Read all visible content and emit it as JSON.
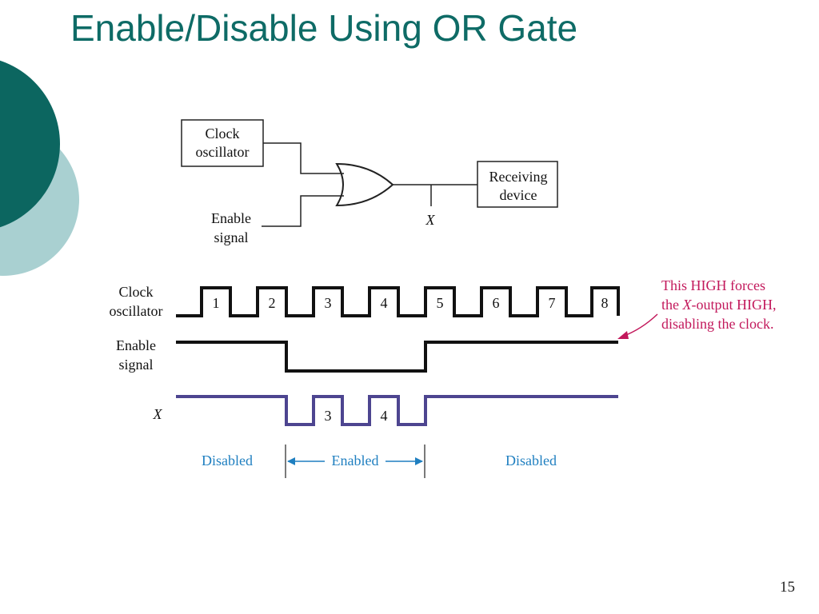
{
  "slide": {
    "title": "Enable/Disable Using OR Gate",
    "page_number": "15"
  },
  "circuit": {
    "clock_box": [
      "Clock",
      "oscillator"
    ],
    "enable_label": [
      "Enable",
      "signal"
    ],
    "receiving_box": [
      "Receiving",
      "device"
    ],
    "x_label": "X"
  },
  "timing": {
    "clock_label": [
      "Clock",
      "oscillator"
    ],
    "enable_label": [
      "Enable",
      "signal"
    ],
    "x_label": "X",
    "clock_pulses": [
      "1",
      "2",
      "3",
      "4",
      "5",
      "6",
      "7",
      "8"
    ],
    "x_pulses": [
      "3",
      "4"
    ],
    "regions": {
      "left": "Disabled",
      "middle": "Enabled",
      "right": "Disabled"
    }
  },
  "annotation": {
    "line1": "This HIGH forces",
    "line2_pre": "the ",
    "line2_x": "X",
    "line2_post": "-output HIGH,",
    "line3": "disabling the clock."
  },
  "colors": {
    "title": "#0e6b66",
    "deco_dark": "#0c6660",
    "deco_light": "#a9d0d1",
    "x_signal": "#4d4590",
    "region_text": "#1f7fc0",
    "annotation": "#c2185b"
  }
}
